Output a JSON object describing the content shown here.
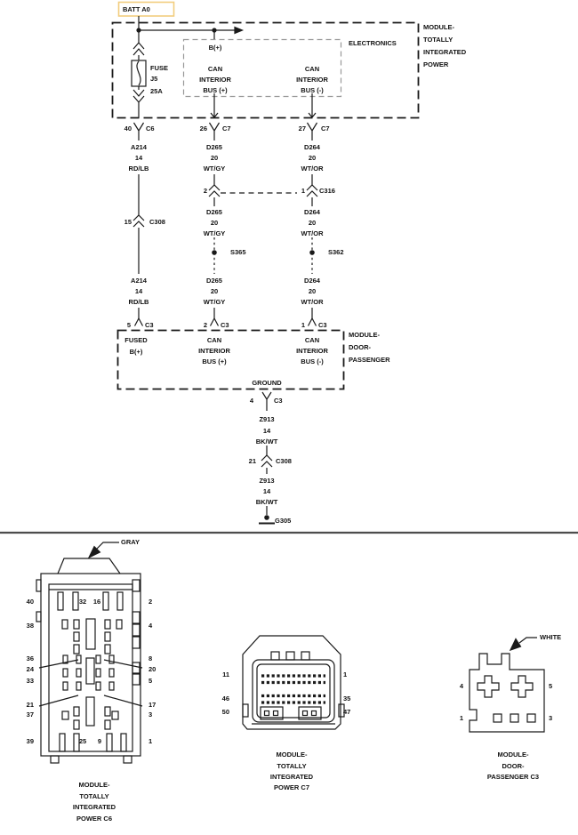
{
  "title_tag": {
    "battery": "BATT A0"
  },
  "modules": {
    "tipm": {
      "lines": [
        "MODULE-",
        "TOTALLY",
        "INTEGRATED",
        "POWER"
      ],
      "electronics": "ELECTRONICS",
      "internal": {
        "b_plus": "B(+)",
        "can_plus": [
          "CAN",
          "INTERIOR",
          "BUS (+)"
        ],
        "can_minus": [
          "CAN",
          "INTERIOR",
          "BUS (-)"
        ]
      },
      "fuse": {
        "label": "FUSE",
        "id": "J5",
        "rating": "25A"
      }
    },
    "door": {
      "lines": [
        "MODULE-",
        "DOOR-",
        "PASSENGER"
      ],
      "internal": {
        "fused_b": [
          "FUSED",
          "B(+)"
        ],
        "can_plus": [
          "CAN",
          "INTERIOR",
          "BUS (+)"
        ],
        "can_minus": [
          "CAN",
          "INTERIOR",
          "BUS (-)"
        ],
        "ground": "GROUND"
      }
    }
  },
  "wires": {
    "a214": {
      "name": "A214",
      "gauge": "14",
      "color": "RD/LB"
    },
    "d265": {
      "name": "D265",
      "gauge": "20",
      "color": "WT/GY"
    },
    "d264": {
      "name": "D264",
      "gauge": "20",
      "color": "WT/OR"
    },
    "z913": {
      "name": "Z913",
      "gauge": "14",
      "color": "BK/WT"
    }
  },
  "pins": {
    "tipm_b": {
      "num": "40",
      "conn": "C6"
    },
    "tipm_canp": {
      "num": "26",
      "conn": "C7"
    },
    "tipm_canm": {
      "num": "27",
      "conn": "C7"
    },
    "c308_up": {
      "num": "15",
      "conn": "C308"
    },
    "c316_l": {
      "num": "2"
    },
    "c316_r": {
      "num": "1",
      "conn": "C316"
    },
    "door_b": {
      "num": "5",
      "conn": "C3"
    },
    "door_canp": {
      "num": "2",
      "conn": "C3"
    },
    "door_canm": {
      "num": "1",
      "conn": "C3"
    },
    "door_gnd": {
      "num": "4",
      "conn": "C3"
    },
    "c308_low": {
      "num": "21",
      "conn": "C308"
    }
  },
  "splices": {
    "s365": "S365",
    "s362": "S362"
  },
  "grounds": {
    "g305": "G305"
  },
  "connector_views": {
    "c6": {
      "tag": "GRAY",
      "left": [
        "40",
        "38",
        "36",
        "24",
        "33",
        "21",
        "37",
        "39"
      ],
      "right": [
        "2",
        "4",
        "8",
        "20",
        "5",
        "17",
        "3",
        "1"
      ],
      "inner_top": [
        "32",
        "16"
      ],
      "inner_bottom": [
        "25",
        "9"
      ],
      "caption": [
        "MODULE-",
        "TOTALLY",
        "INTEGRATED",
        "POWER C6"
      ]
    },
    "c7": {
      "left": [
        "11",
        "46",
        "50"
      ],
      "right": [
        "1",
        "35",
        "47"
      ],
      "caption": [
        "MODULE-",
        "TOTALLY",
        "INTEGRATED",
        "POWER C7"
      ]
    },
    "c3": {
      "tag": "WHITE",
      "left": [
        "4",
        "1"
      ],
      "right": [
        "5",
        "3"
      ],
      "caption": [
        "MODULE-",
        "DOOR-",
        "PASSENGER C3"
      ]
    }
  },
  "colors": {
    "line": "#1a1a1a",
    "inner_box": "#999999",
    "battery_tag_border": "#f2cd7e",
    "divider": "#4d4d4d"
  }
}
